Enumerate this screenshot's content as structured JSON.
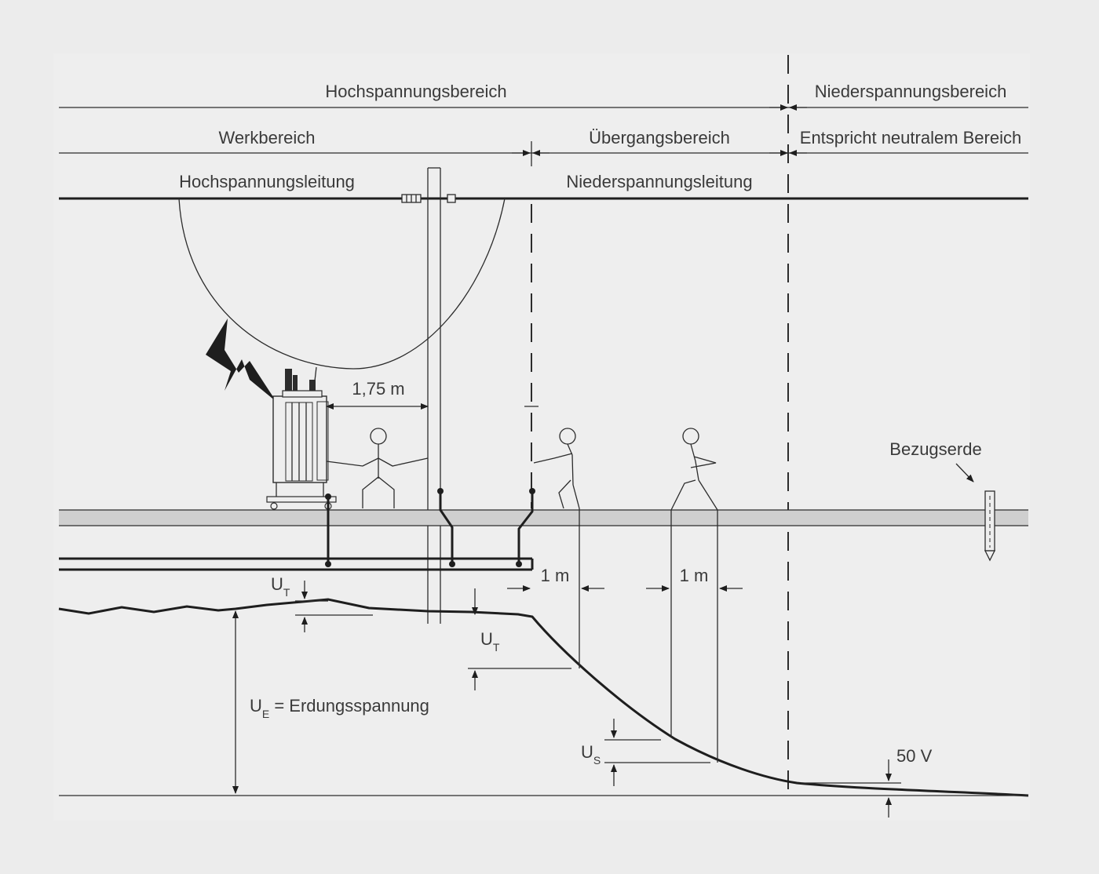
{
  "zones": {
    "hv_area": "Hochspannungsbereich",
    "lv_area": "Niederspannungsbereich",
    "works_area": "Werkbereich",
    "transition_area": "Übergangsbereich",
    "neutral_area": "Entspricht neutralem Bereich"
  },
  "lines": {
    "hv_line": "Hochspannungsleitung",
    "lv_line": "Niederspannungsleitung"
  },
  "measures": {
    "clearance": "1,75 m",
    "step_1m_a": "1 m",
    "step_1m_b": "1 m",
    "limit_voltage": "50 V"
  },
  "labels": {
    "reference_earth": "Bezugserde",
    "touch_voltage_a": {
      "main": "U",
      "sub": "T"
    },
    "touch_voltage_b": {
      "main": "U",
      "sub": "T"
    },
    "step_voltage": {
      "main": "U",
      "sub": "S"
    },
    "earth_voltage": {
      "main": "U",
      "sub": "E",
      "rest": " = Erdungsspannung"
    }
  },
  "colors": {
    "background": "#ececec",
    "panel": "#eeeeee",
    "ground": "#cfcfcf",
    "line": "#2c2c2c"
  }
}
